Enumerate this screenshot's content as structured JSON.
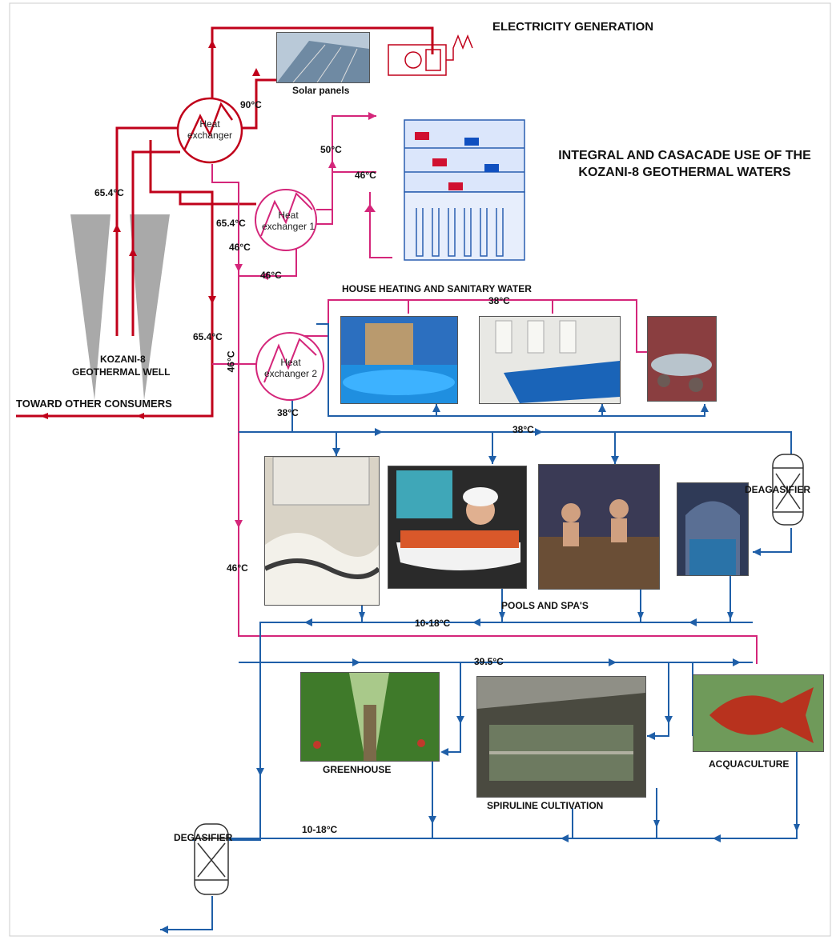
{
  "title": "INTEGRAL AND CASACADE USE OF THE KOZANI-8 GEOTHERMAL WATERS",
  "labels": {
    "electricity": "ELECTRICITY GENERATION",
    "solar": "Solar panels",
    "well_line1": "KOZANI-8",
    "well_line2": "GEOTHERMAL WELL",
    "toward": "TOWARD OTHER CONSUMERS",
    "house": "HOUSE HEATING AND SANITARY WATER",
    "deagasifier": "DEAGASIFIER",
    "pools": "POOLS AND SPA'S",
    "greenhouse": "GREENHOUSE",
    "spiruline": "SPIRULINE CULTIVATION",
    "acquaculture": "ACQUACULTURE",
    "degasifier": "DEGASIFIER"
  },
  "heat_exchangers": {
    "main": [
      "Heat",
      "exchanger"
    ],
    "hx1": [
      "Heat",
      "exchanger 1"
    ],
    "hx2": [
      "Heat",
      "exchanger 2"
    ]
  },
  "temperatures": {
    "t90": "90°C",
    "t50": "50°C",
    "t46a": "46°C",
    "t654_left": "65.4°C",
    "t654_mid": "65.4°C",
    "t46b": "46°C",
    "t46c": "46°C",
    "t38_house": "38°C",
    "t654_low": "65.4°C",
    "t46_vert": "46°C",
    "t38_hx2": "38°C",
    "t38_main": "38°C",
    "t46_low": "46°C",
    "t1018_mid": "10-18°C",
    "t395": "39.5°C",
    "t1018_low": "10-18°C"
  },
  "colors": {
    "hot": "#c0001a",
    "warm": "#d4267a",
    "cool": "#1f5fa8"
  }
}
